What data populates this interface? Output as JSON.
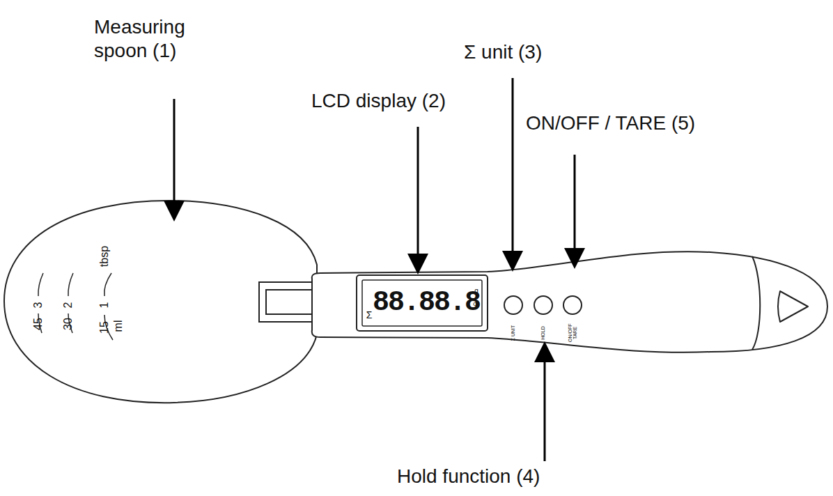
{
  "diagram": {
    "labels": [
      "Measuring spoon (1)",
      "LCD display (2)",
      "Σ unit (3)",
      "ON/OFF / TARE (5)",
      "Hold function (4)",
      "tbsp",
      "1",
      "2",
      "3",
      "15",
      "ml",
      "30",
      "45",
      "88.88.8",
      "Σ",
      "g",
      "oz",
      "Σ UNIT",
      "HOLD",
      "ON/OFF TARE"
    ]
  }
}
